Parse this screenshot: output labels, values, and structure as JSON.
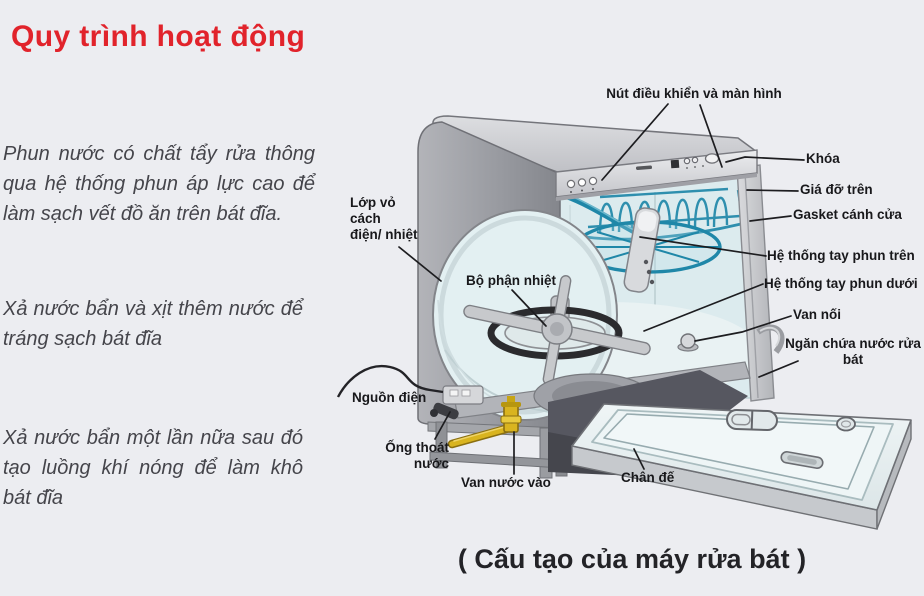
{
  "title": "Quy trình hoạt động",
  "steps": [
    {
      "text": "Phun nước có chất tẩy rửa thông qua hệ thống phun áp lực cao để làm sạch vết đồ ăn trên bát đĩa."
    },
    {
      "text": "Xả nước bẩn và xịt thêm nước để tráng sạch bát đĩa"
    },
    {
      "text": "Xả nước bẩn một lần nữa sau đó tạo luồng khí nóng để làm khô bát đĩa"
    }
  ],
  "caption": "( Cấu tạo của máy rửa bát )",
  "diagram_labels": {
    "control_panel": {
      "text": "Nút điều khiển và màn hình"
    },
    "lock": {
      "text": "Khóa"
    },
    "upper_rack": {
      "text": "Giá đỡ trên"
    },
    "door_gasket": {
      "text": "Gasket cánh cửa"
    },
    "upper_spray_arm": {
      "text": "Hệ thống tay phun trên"
    },
    "lower_spray_arm": {
      "text": "Hệ thống tay phun dưới"
    },
    "connector_valve": {
      "text": "Van nối"
    },
    "detergent_dispenser": {
      "line1": "Ngăn chứa nước rửa",
      "line2": "bát"
    },
    "insulation": {
      "line1": "Lớp vỏ",
      "line2": "cách",
      "line3": "điện/ nhiệt"
    },
    "heating_element": {
      "text": "Bộ phận nhiệt"
    },
    "power_source": {
      "text": "Nguồn điện"
    },
    "drain_pipe": {
      "line1": "Ống thoát",
      "line2": "nước"
    },
    "water_inlet_valve": {
      "text": "Van nước vào"
    },
    "base": {
      "text": "Chân đế"
    }
  },
  "colors": {
    "background": "#ECEDF1",
    "title_red": "#E1232B",
    "body_text": "#45454B",
    "label_text": "#18181B",
    "rack_teal": "#2E8FAE",
    "spray_teal": "#1F87A8",
    "pipe_yellow": "#D9B41F",
    "cabinet_gray": "#A4A6AB",
    "tub_blue": "#DCEBEE"
  }
}
